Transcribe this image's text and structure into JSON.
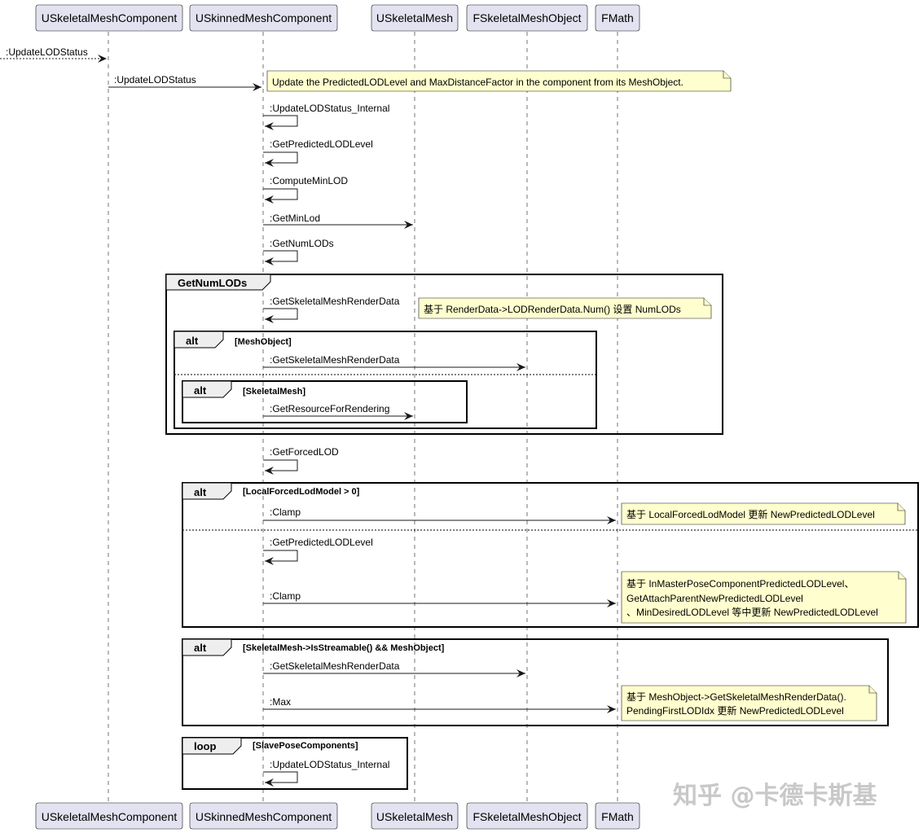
{
  "participants": [
    {
      "name": "USkeletalMeshComponent"
    },
    {
      "name": "USkinnedMeshComponent"
    },
    {
      "name": "USkeletalMesh"
    },
    {
      "name": "FSkeletalMeshObject"
    },
    {
      "name": "FMath"
    }
  ],
  "messages": {
    "m0": ":UpdateLODStatus",
    "m1": ":UpdateLODStatus",
    "m2": ":UpdateLODStatus_Internal",
    "m3": ":GetPredictedLODLevel",
    "m4": ":ComputeMinLOD",
    "m5": ":GetMinLod",
    "m6": ":GetNumLODs",
    "m7": ":GetSkeletalMeshRenderData",
    "m8": ":GetSkeletalMeshRenderData",
    "m9": ":GetResourceForRendering",
    "m10": ":GetForcedLOD",
    "m11": ":Clamp",
    "m12": ":GetPredictedLODLevel",
    "m13": ":Clamp",
    "m14": ":GetSkeletalMeshRenderData",
    "m15": ":Max",
    "m16": ":UpdateLODStatus_Internal"
  },
  "frames": {
    "f1": {
      "keyword": "GetNumLODs",
      "guard": ""
    },
    "f2": {
      "keyword": "alt",
      "guard": "[MeshObject]"
    },
    "f3": {
      "keyword": "alt",
      "guard": "[SkeletalMesh]"
    },
    "f4": {
      "keyword": "alt",
      "guard": "[LocalForcedLodModel > 0]"
    },
    "f5": {
      "keyword": "alt",
      "guard": "[SkeletalMesh->IsStreamable() && MeshObject]"
    },
    "f6": {
      "keyword": "loop",
      "guard": "[SlavePoseComponents]"
    }
  },
  "notes": {
    "n1": [
      "Update the PredictedLODLevel and MaxDistanceFactor in the component from its MeshObject."
    ],
    "n2": [
      "基于 RenderData->LODRenderData.Num() 设置 NumLODs"
    ],
    "n3": [
      "基于 LocalForcedLodModel 更新 NewPredictedLODLevel"
    ],
    "n4": [
      "基于 InMasterPoseComponentPredictedLODLevel、",
      "GetAttachParentNewPredictedLODLevel",
      "、MinDesiredLODLevel 等中更新 NewPredictedLODLevel"
    ],
    "n5": [
      "基于 MeshObject->GetSkeletalMeshRenderData().",
      "PendingFirstLODIdx 更新 NewPredictedLODLevel"
    ]
  },
  "watermark": "知乎 @卡德卡斯基"
}
